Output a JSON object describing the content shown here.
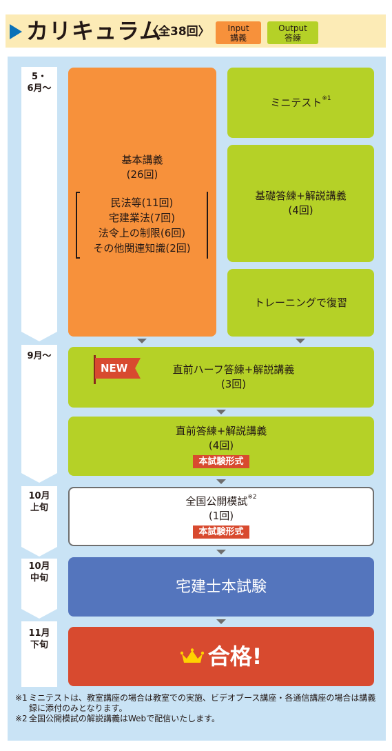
{
  "header": {
    "title": "カリキュラム",
    "count": "〈全38回〉",
    "badges": [
      {
        "line1": "Input",
        "line2": "講義"
      },
      {
        "line1": "Output",
        "line2": "答練"
      }
    ]
  },
  "timeline": [
    "5・",
    "6月〜",
    "9月〜",
    "10月",
    "上旬",
    "10月",
    "中旬",
    "11月",
    "下旬"
  ],
  "boxes": {
    "kihon": {
      "title": "基本講義",
      "count": "(26回)",
      "items": [
        "民法等(11回)",
        "宅建業法(7回)",
        "法令上の制限(6回)",
        "その他関連知識(2回)"
      ]
    },
    "minitest": {
      "label": "ミニテスト",
      "mark": "※1"
    },
    "kiso": {
      "title": "基礎答練+解説講義",
      "count": "(4回)"
    },
    "training": {
      "label": "トレーニングで復習"
    },
    "half": {
      "flag": "NEW",
      "title": "直前ハーフ答練+解説講義",
      "count": "(3回)"
    },
    "chokuzen": {
      "title": "直前答練+解説講義",
      "count": "(4回)",
      "tag": "本試験形式"
    },
    "zenkoku": {
      "title": "全国公開模試",
      "mark": "※2",
      "count": "(1回)",
      "tag": "本試験形式"
    },
    "exam": {
      "label": "宅建士本試験"
    },
    "pass": {
      "label": "合格!"
    }
  },
  "notes": [
    {
      "mark": "※1",
      "text": "ミニテストは、教室講座の場合は教室での実施、ビデオブース講座・各通信講座の場合は講義録に添付のみとなります。"
    },
    {
      "mark": "※2",
      "text": "全国公開模試の解説講義はWebで配信いたします。"
    }
  ],
  "colors": {
    "orange": "#f7913b",
    "green": "#b5d127",
    "blue": "#5475bd",
    "red": "#d84a2f",
    "panel": "#c9e3f5",
    "header": "#fcebb6"
  }
}
